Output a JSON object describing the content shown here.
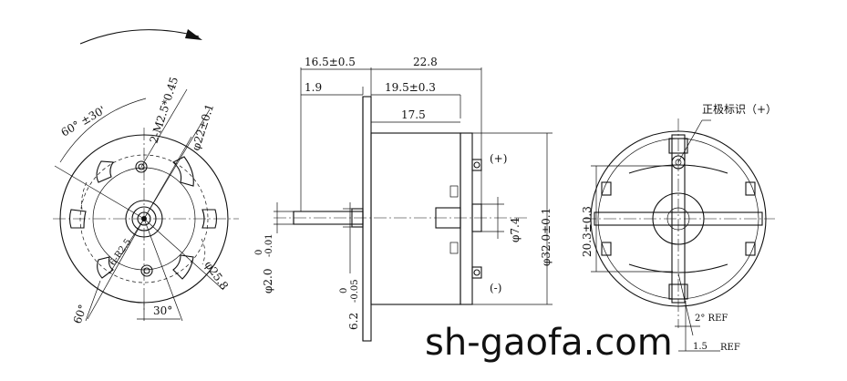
{
  "drawing": {
    "left_view": {
      "angle_arc": "60° ±30'",
      "thread_holes": "2-M2.5*0.45",
      "hole_circle": "φ22±0.1",
      "vent_holes": "6-R2.5",
      "outer_dia": "φ25.8",
      "angle_bottom": "30°",
      "angle_left": "60°"
    },
    "side_view": {
      "dim_16_5": "16.5±0.5",
      "dim_22_8": "22.8",
      "dim_1_9": "1.9",
      "dim_19_5": "19.5±0.3",
      "dim_17_5": "17.5",
      "plus_mark": "(+)",
      "minus_mark": "(-)",
      "boss_dia": "φ7.4",
      "body_dia": "φ32.0±0.1",
      "shaft_dia": "φ2.0",
      "shaft_tol_upper": "0",
      "shaft_tol_lower": "-0.01",
      "boss_dia2": "6.2",
      "boss_tol_upper": "0",
      "boss_tol_lower": "-0.05"
    },
    "right_view": {
      "polarity_note": "正极标识（+）",
      "dim_20_3": "20.3±0.3",
      "angle_ref": "2° REF",
      "small_ref": "REF",
      "small_ref_num": "1.5"
    },
    "watermark": "sh-gaofa.com"
  }
}
